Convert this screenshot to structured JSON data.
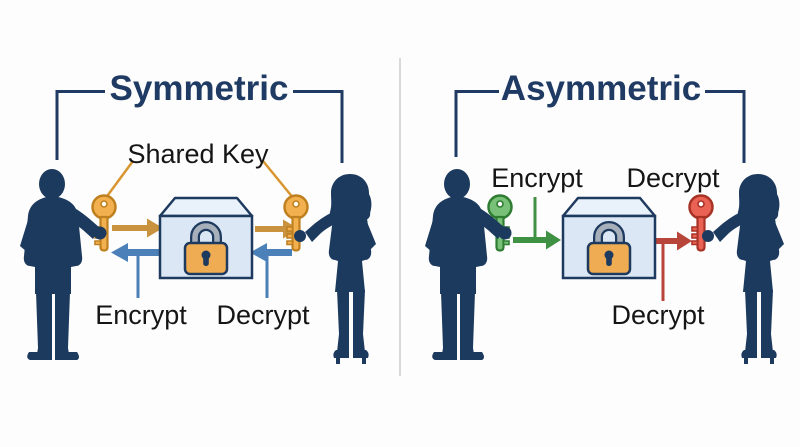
{
  "symmetric": {
    "title": "Symmetric",
    "shared_key_label": "Shared Key",
    "encrypt_label": "Encrypt",
    "decrypt_label": "Decrypt"
  },
  "asymmetric": {
    "title": "Asymmetric",
    "encrypt_label": "Encrypt",
    "decrypt_top_label": "Decrypt",
    "decrypt_bottom_label": "Decrypt"
  },
  "icons": {
    "left_sender": "man-silhouette-icon",
    "left_receiver": "woman-silhouette-icon",
    "right_sender": "man-silhouette-icon",
    "right_receiver": "woman-silhouette-icon",
    "shared_key_left": "gold-key-icon",
    "shared_key_right": "gold-key-icon",
    "public_key": "green-key-icon",
    "private_key": "red-key-icon",
    "left_lockbox": "padlock-box-icon",
    "right_lockbox": "padlock-box-icon",
    "symmetric_encrypt_arrows": "gold-right-arrow-icon",
    "symmetric_decrypt_arrows": "blue-left-arrow-icon",
    "asymmetric_encrypt_arrow": "green-right-arrow-icon",
    "asymmetric_decrypt_arrow": "red-right-arrow-icon"
  },
  "colors": {
    "background": "#fdfdfd",
    "silhouette_navy": "#1c3a5e",
    "title_navy": "#1f3a63",
    "outline_navy": "#1f3a5f",
    "gold_key": "#f2b04f",
    "gold_key_outline": "#bf8020",
    "gold_arrow": "#c9923f",
    "gold_pointer_line": "#d9952f",
    "blue_arrow": "#4b80b8",
    "green_key": "#79c178",
    "green_key_outline": "#2f7d33",
    "green_arrow": "#3f9143",
    "red_key": "#ea6254",
    "red_key_outline": "#a83226",
    "red_arrow": "#b8453a",
    "box_front": "#dbe7f5",
    "box_top": "#e9f1fb",
    "lock_body": "#efac52",
    "lock_shackle": "#a7b0ba",
    "label_text": "#151515",
    "divider": "#d9d9d9"
  }
}
